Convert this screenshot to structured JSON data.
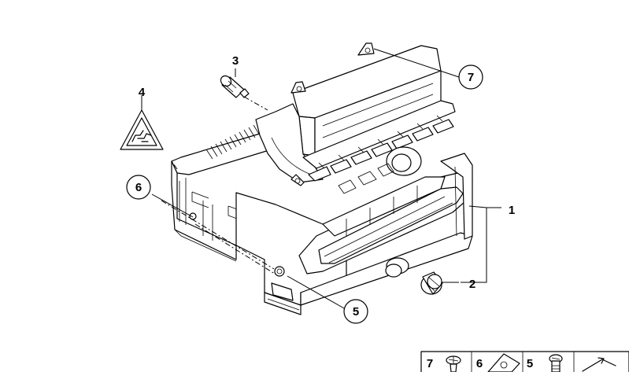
{
  "diagram": {
    "callouts": [
      {
        "id": "c1",
        "label": "1"
      },
      {
        "id": "c2",
        "label": "2"
      },
      {
        "id": "c3",
        "label": "3"
      },
      {
        "id": "c4",
        "label": "4"
      },
      {
        "id": "c5",
        "label": "5"
      },
      {
        "id": "c6",
        "label": "6"
      },
      {
        "id": "c7",
        "label": "7"
      }
    ],
    "legend": [
      {
        "label": "7",
        "icon": "screw-icon"
      },
      {
        "label": "6",
        "icon": "clip-nut-icon"
      },
      {
        "label": "5",
        "icon": "bolt-icon"
      },
      {
        "label": "",
        "icon": "arrow-icon"
      }
    ]
  }
}
